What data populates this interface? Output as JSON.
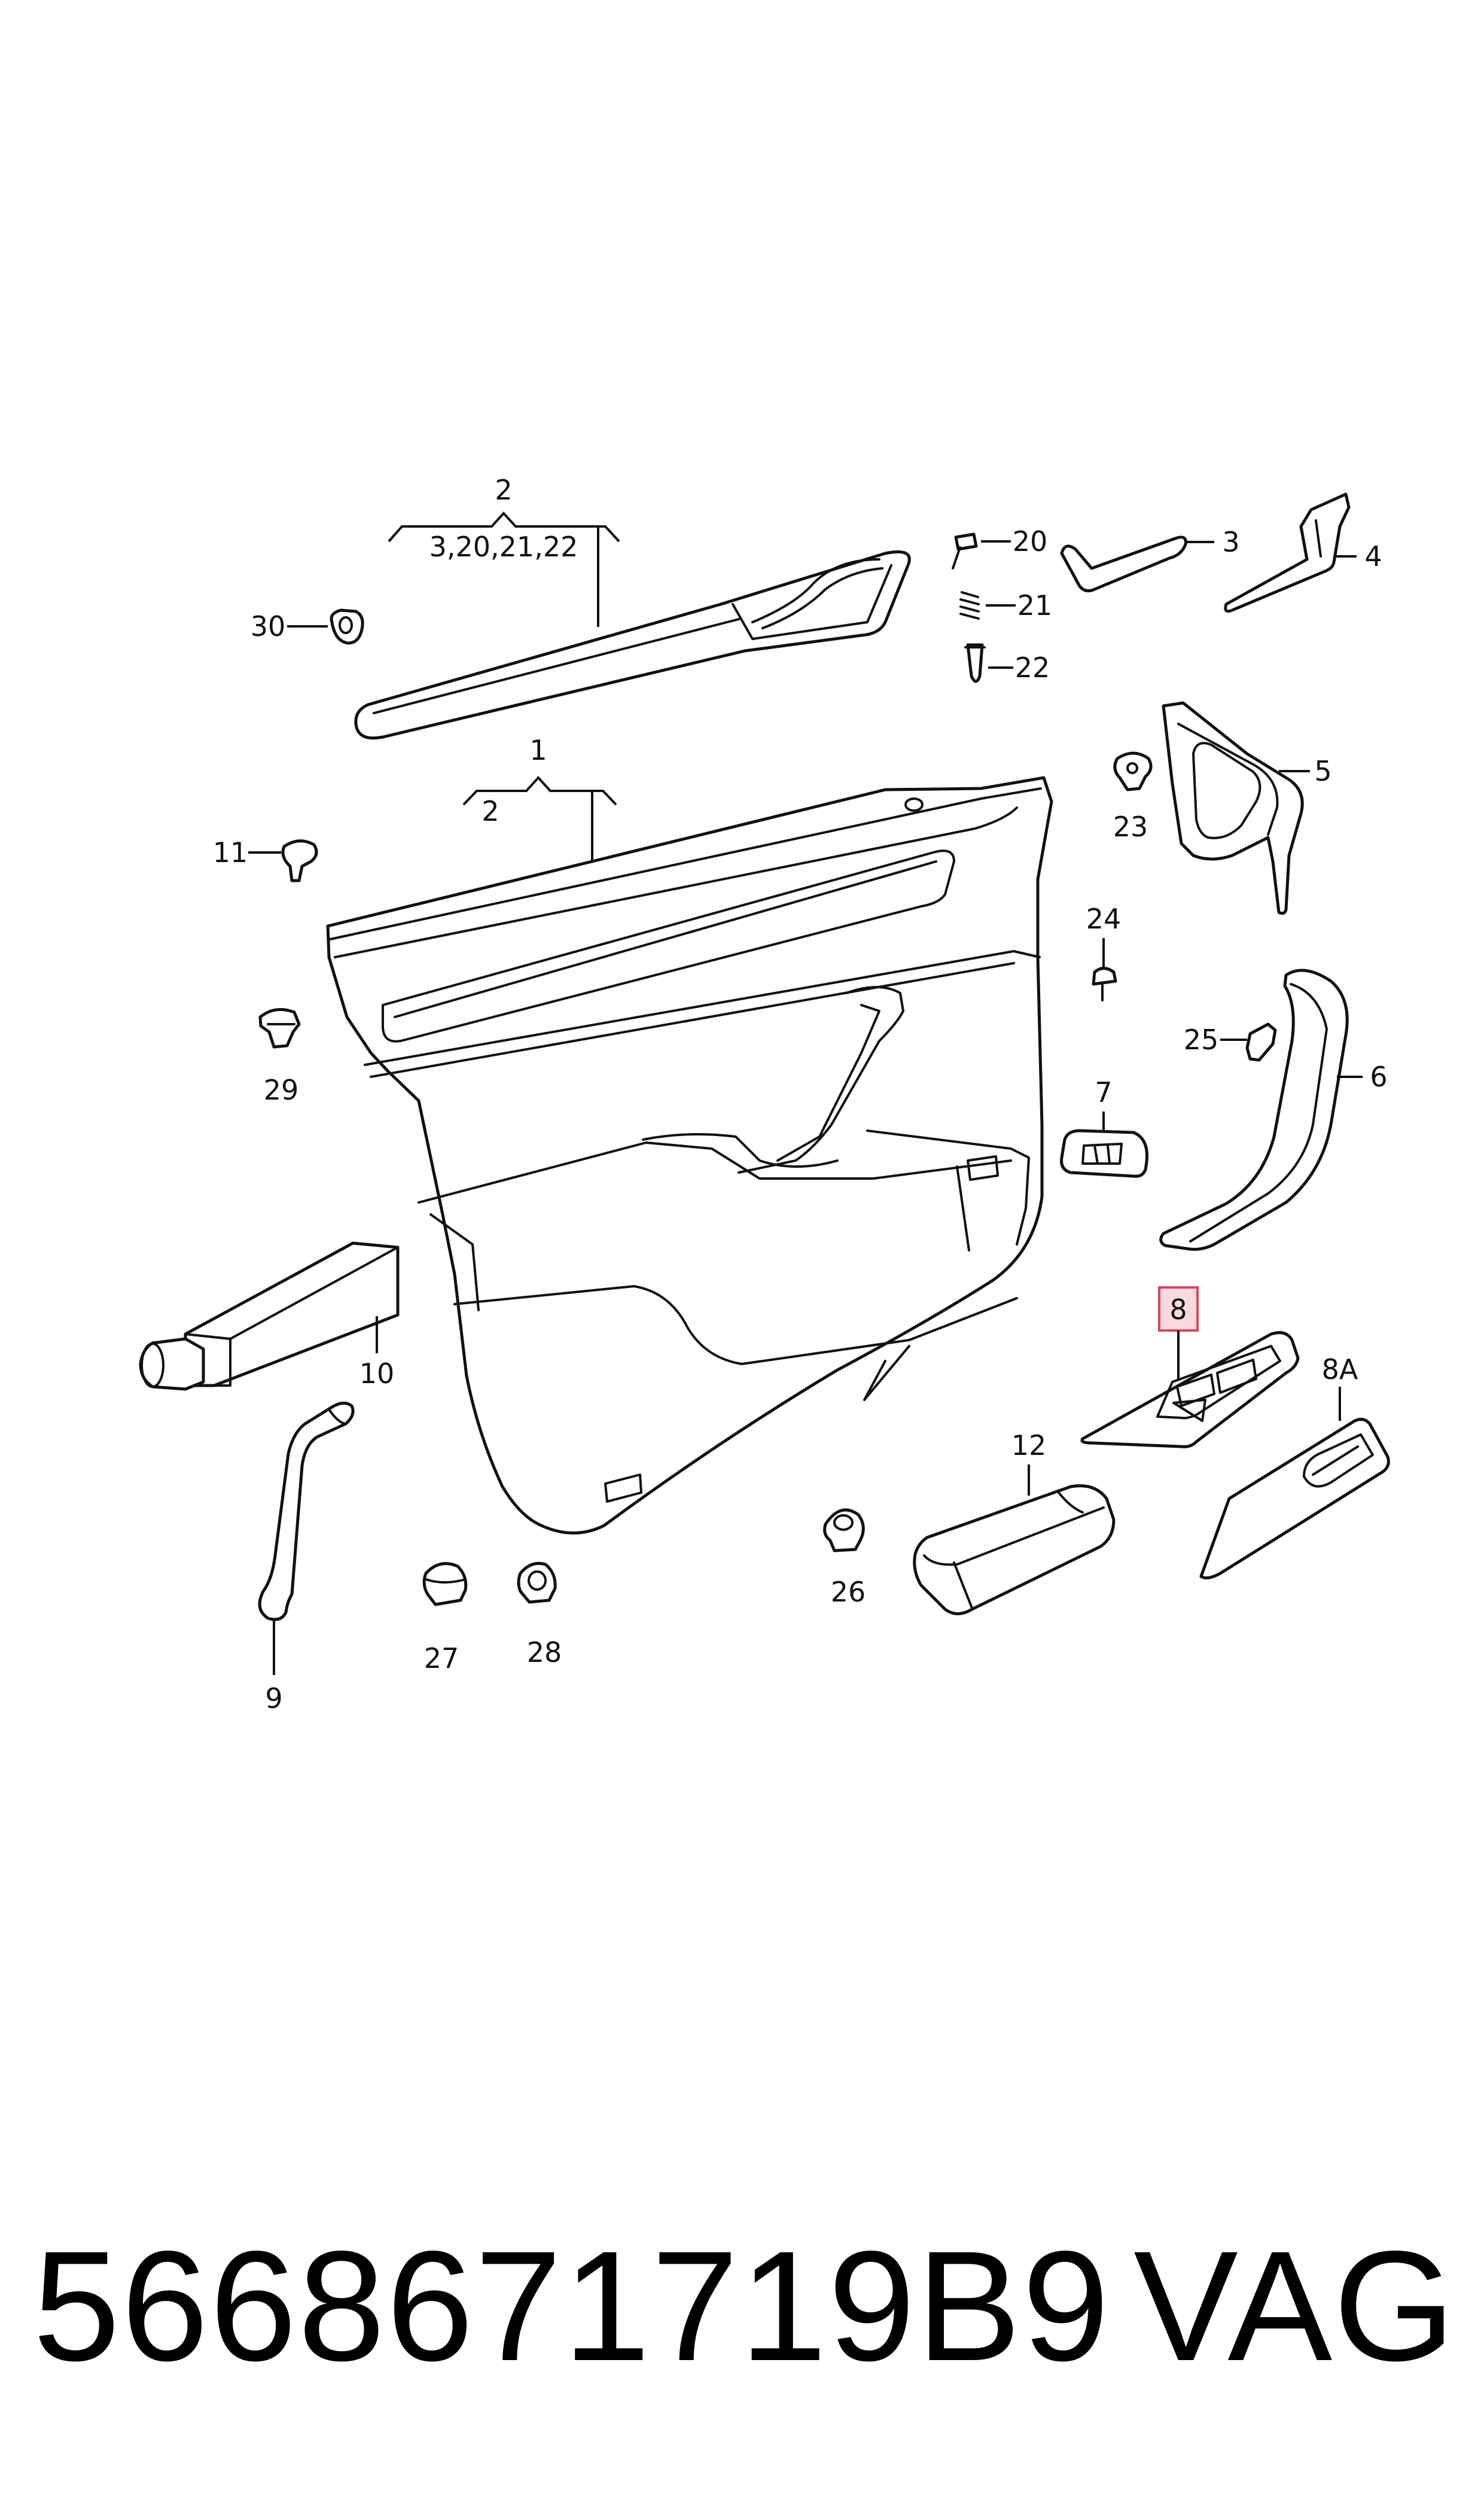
{
  "diagram": {
    "labels": {
      "l2_top": "2",
      "l2_top_sub": "3,20,21,22",
      "l30": "30",
      "l20": "20",
      "l21": "21",
      "l22": "22",
      "l3": "3",
      "l4": "4",
      "l1": "1",
      "l2_mid": "2",
      "l11": "11",
      "l23": "23",
      "l5": "5",
      "l24": "24",
      "l29": "29",
      "l25": "25",
      "l6": "6",
      "l7": "7",
      "l8": "8",
      "l8a": "8A",
      "l10": "10",
      "l12": "12",
      "l26": "26",
      "l27": "27",
      "l28": "28",
      "l9": "9"
    },
    "highlight": {
      "label": "8",
      "color": "#f9d9de",
      "border": "#d9475f"
    }
  },
  "caption": {
    "part_number": "5668671719B9",
    "brand": "VAG"
  }
}
